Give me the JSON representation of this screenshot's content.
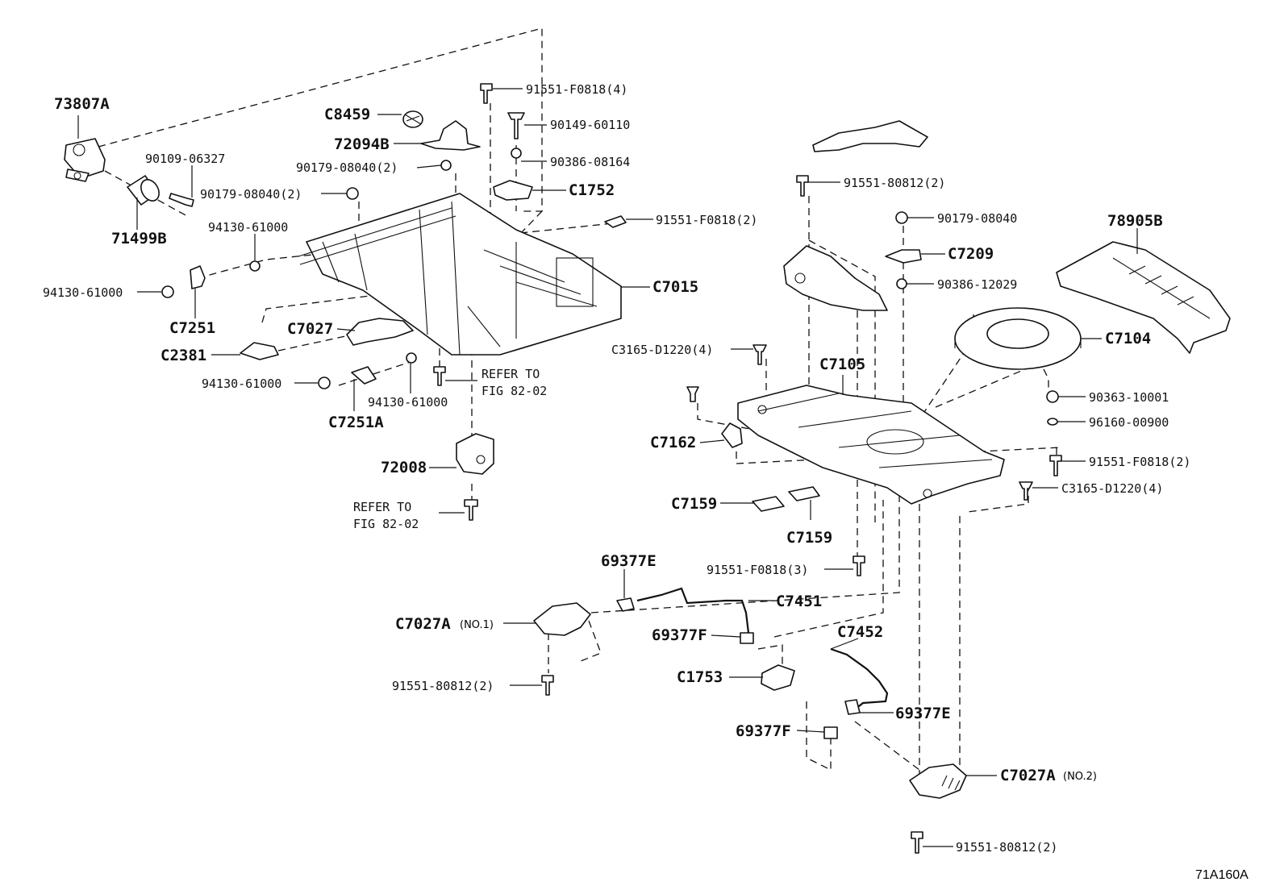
{
  "corner_code": "71A160A",
  "labels": {
    "l73807A": "73807A",
    "l71499B": "71499B",
    "l90109_06327": "90109-06327",
    "lC8459": "C8459",
    "l72094B": "72094B",
    "l90179_08040_2a": "90179-08040(2)",
    "l90179_08040_2b": "90179-08040(2)",
    "l94130_61000_a": "94130-61000",
    "l94130_61000_b": "94130-61000",
    "l94130_61000_c": "94130-61000",
    "l94130_61000_d": "94130-61000",
    "lC7251": "C7251",
    "lC2381": "C2381",
    "lC7027": "C7027",
    "lC7251A": "C7251A",
    "l91551_F0818_4": "91551-F0818(4)",
    "l90149_60110": "90149-60110",
    "l90386_08164": "90386-08164",
    "lC1752": "C1752",
    "l91551_F0818_2a": "91551-F0818(2)",
    "lC7015": "C7015",
    "lRefer1a": "REFER TO",
    "lRefer1b": "FIG 82-02",
    "l72008": "72008",
    "lRefer2a": "REFER TO",
    "lRefer2b": "FIG 82-02",
    "l91551_80812_2a": "91551-80812(2)",
    "l90179_08040": "90179-08040",
    "lC7209": "C7209",
    "l90386_12029": "90386-12029",
    "l78905B": "78905B",
    "lC7104": "C7104",
    "lC3165_D1220_4a": "C3165-D1220(4)",
    "lC7105": "C7105",
    "l90363_10001": "90363-10001",
    "l96160_00900": "96160-00900",
    "lC7162": "C7162",
    "l91551_F0818_2b": "91551-F0818(2)",
    "lC3165_D1220_4b": "C3165-D1220(4)",
    "lC7159a": "C7159",
    "lC7159b": "C7159",
    "l91551_F0818_3": "91551-F0818(3)",
    "l69377E_a": "69377E",
    "lC7451": "C7451",
    "lC7027A_1": "C7027A",
    "lC7027A_1_note": "(NO.1)",
    "l69377F_a": "69377F",
    "lC7452": "C7452",
    "lC1753": "C1753",
    "l69377E_b": "69377E",
    "l91551_80812_2b": "91551-80812(2)",
    "l69377F_b": "69377F",
    "lC7027A_2": "C7027A",
    "lC7027A_2_note": "(NO.2)",
    "l91551_80812_2c": "91551-80812(2)"
  }
}
